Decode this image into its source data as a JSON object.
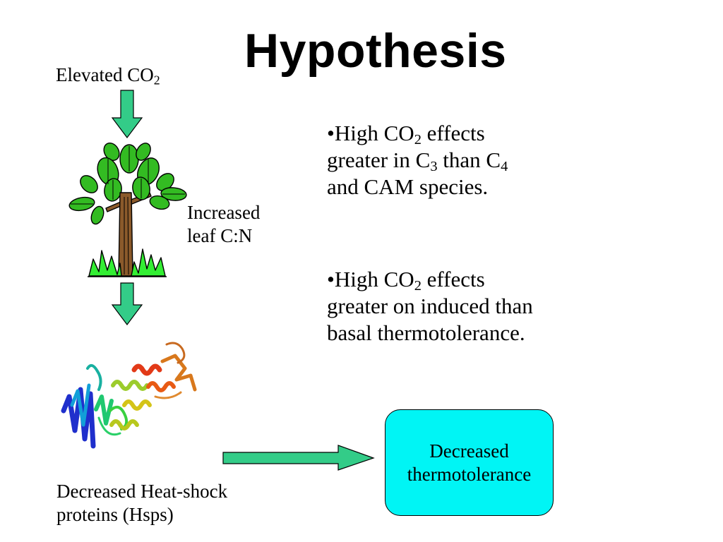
{
  "title": "Hypothesis",
  "input": {
    "text": "Elevated CO",
    "sub": "2"
  },
  "leaf_effect": {
    "line1": "Increased",
    "line2": "leaf C:N"
  },
  "hsp_effect": {
    "line1": "Decreased Heat-shock",
    "line2": "proteins (Hsps)"
  },
  "outcome": {
    "line1": "Decreased",
    "line2": "thermotolerance"
  },
  "bullets": [
    {
      "mark": "•",
      "t1": "High CO",
      "s1": "2",
      "t2": " effects",
      "line2a": "greater in C",
      "s2": "3",
      "line2b": " than C",
      "s3": "4",
      "line3": "and CAM species."
    },
    {
      "mark": "•",
      "t1": "High CO",
      "s1": "2",
      "t2": " effects",
      "line2": "greater on induced than",
      "line3": "basal thermotolerance."
    }
  ],
  "colors": {
    "arrow_fill": "#33cc88",
    "outcome_box": "#00f5f5",
    "leaf": "#33bb22",
    "grass": "#33ee33",
    "trunk": "#8b5a2b"
  },
  "icons": {
    "tree": "tree-illustration",
    "protein": "protein-ribbon-structure"
  }
}
